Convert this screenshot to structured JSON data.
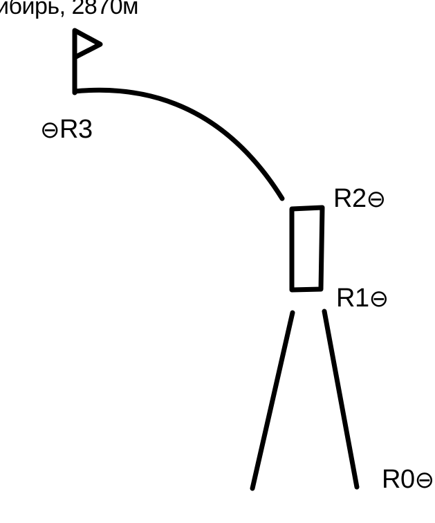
{
  "title": "ибирь, 2870м",
  "belay_symbol": "⊖",
  "anchors": [
    {
      "id": "R3",
      "text": "R3"
    },
    {
      "id": "R2",
      "text": "R2"
    },
    {
      "id": "R1",
      "text": "R1"
    },
    {
      "id": "R0",
      "text": "R0"
    }
  ],
  "stroke_color": "#000000",
  "background_color": "#ffffff",
  "icons": [
    "summit-flag-icon",
    "belay-station-icon"
  ]
}
